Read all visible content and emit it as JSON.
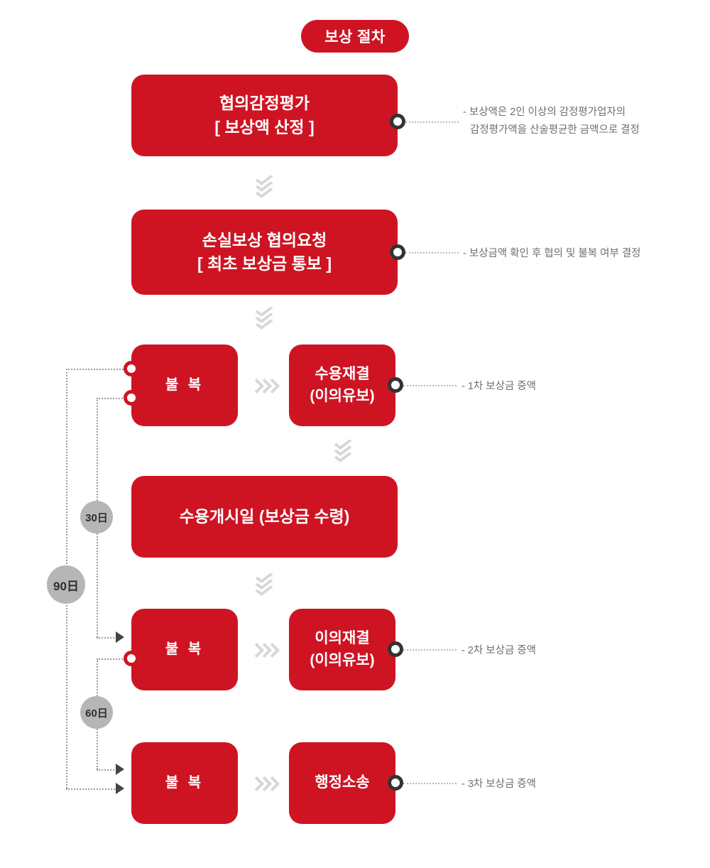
{
  "diagram": {
    "title": "보상 절차",
    "accent_color": "#ce1423",
    "badge_color": "#b6b6b6",
    "note_color": "#6f6f6f"
  },
  "steps": [
    {
      "id": "step-appraisal",
      "line1": "협의감정평가",
      "line2": "[ 보상액 산정 ]",
      "note_line1": "- 보상액은 2인 이상의 감정평가업자의",
      "note_line2": "감정평가액을 산술평균한 금액으로 결정"
    },
    {
      "id": "step-consultation-request",
      "line1": "손실보상 협의요청",
      "line2": "[ 최초 보상금 통보 ]",
      "note_line1": "- 보상금액 확인 후 협의 및 불복 여부 결정"
    },
    {
      "id": "step-objection-1",
      "line1": "불 복"
    },
    {
      "id": "step-expropriation-ruling",
      "line1": "수용재결",
      "line2": "(이의유보)",
      "note_line1": "- 1차 보상금 증액"
    },
    {
      "id": "step-commencement",
      "line1": "수용개시일 (보상금 수령)"
    },
    {
      "id": "step-objection-2",
      "line1": "불 복"
    },
    {
      "id": "step-objection-ruling",
      "line1": "이의재결",
      "line2": "(이의유보)",
      "note_line1": "- 2차 보상금 증액"
    },
    {
      "id": "step-objection-3",
      "line1": "불 복"
    },
    {
      "id": "step-administrative-litigation",
      "line1": "행정소송",
      "note_line1": "- 3차 보상금 증액"
    }
  ],
  "badges": [
    {
      "id": "badge-90",
      "label": "90日"
    },
    {
      "id": "badge-30",
      "label": "30日"
    },
    {
      "id": "badge-60",
      "label": "60日"
    }
  ]
}
